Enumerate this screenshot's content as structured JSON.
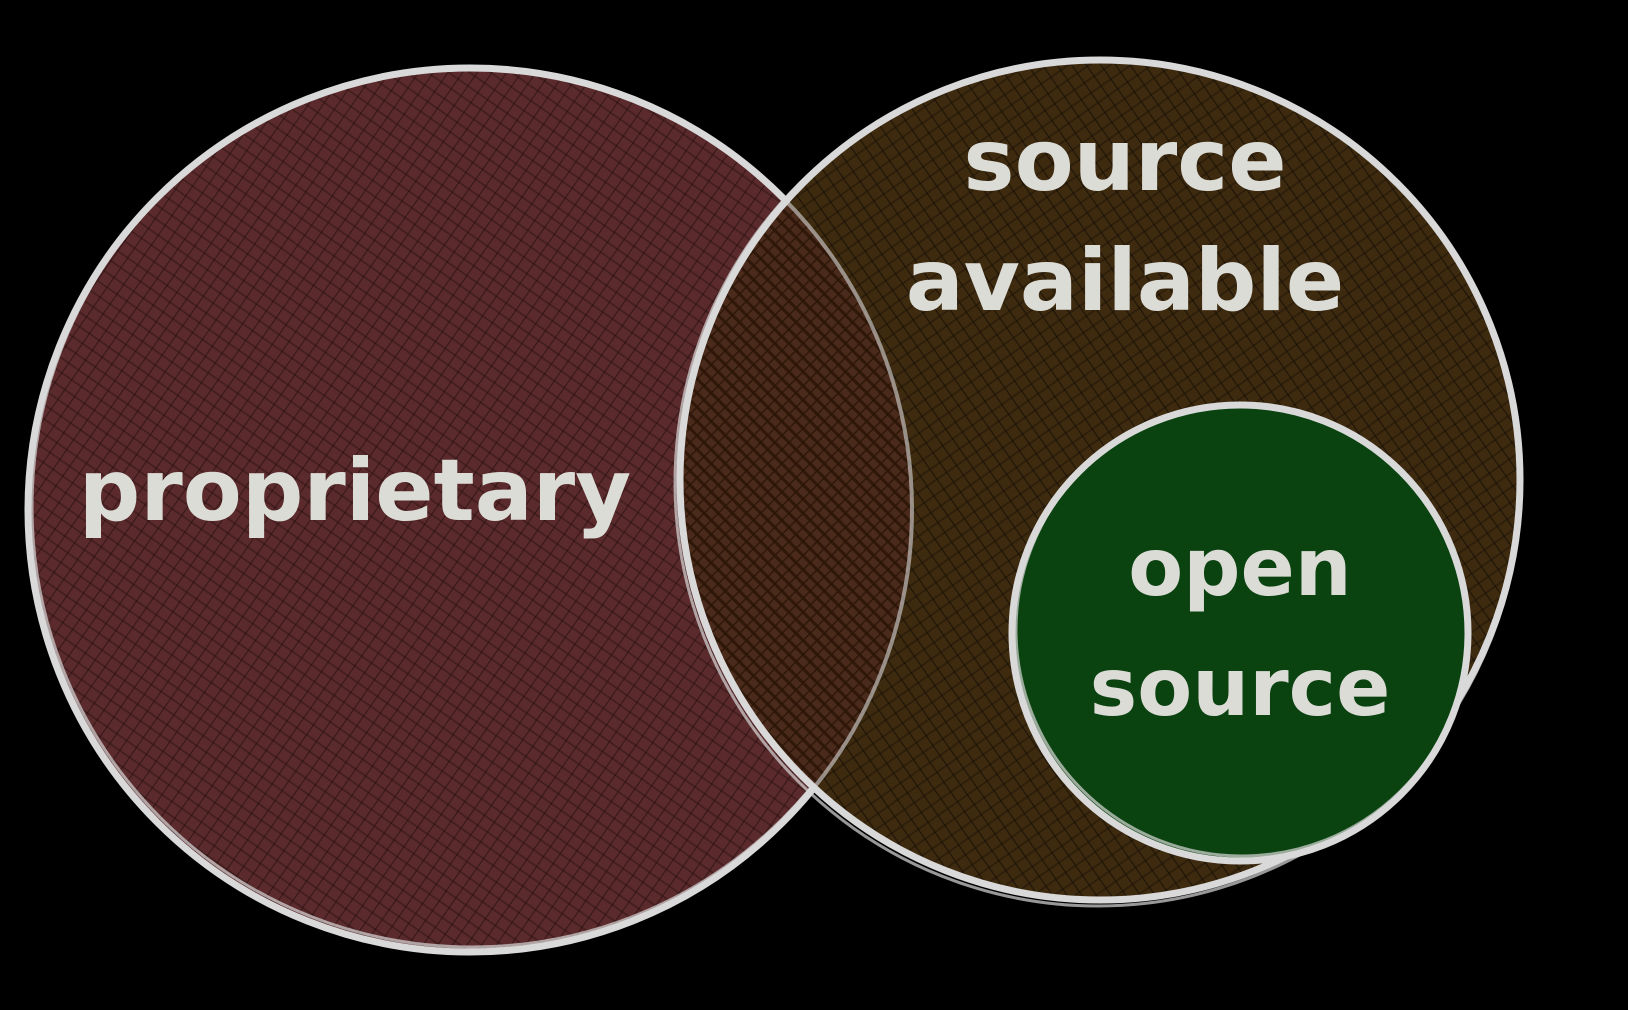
{
  "diagram": {
    "type": "venn",
    "background": "#000000",
    "outline_color": "#d9d9d9",
    "sets": [
      {
        "id": "proprietary",
        "label": "proprietary",
        "fill_color": "#5a2a2c"
      },
      {
        "id": "source-available",
        "label_lines": [
          "source",
          "available"
        ],
        "fill_color": "#3d2a0f"
      },
      {
        "id": "open-source",
        "label_lines": [
          "open",
          "source"
        ],
        "fill_color": "#0a4210",
        "relation": "subset of source-available"
      }
    ]
  }
}
